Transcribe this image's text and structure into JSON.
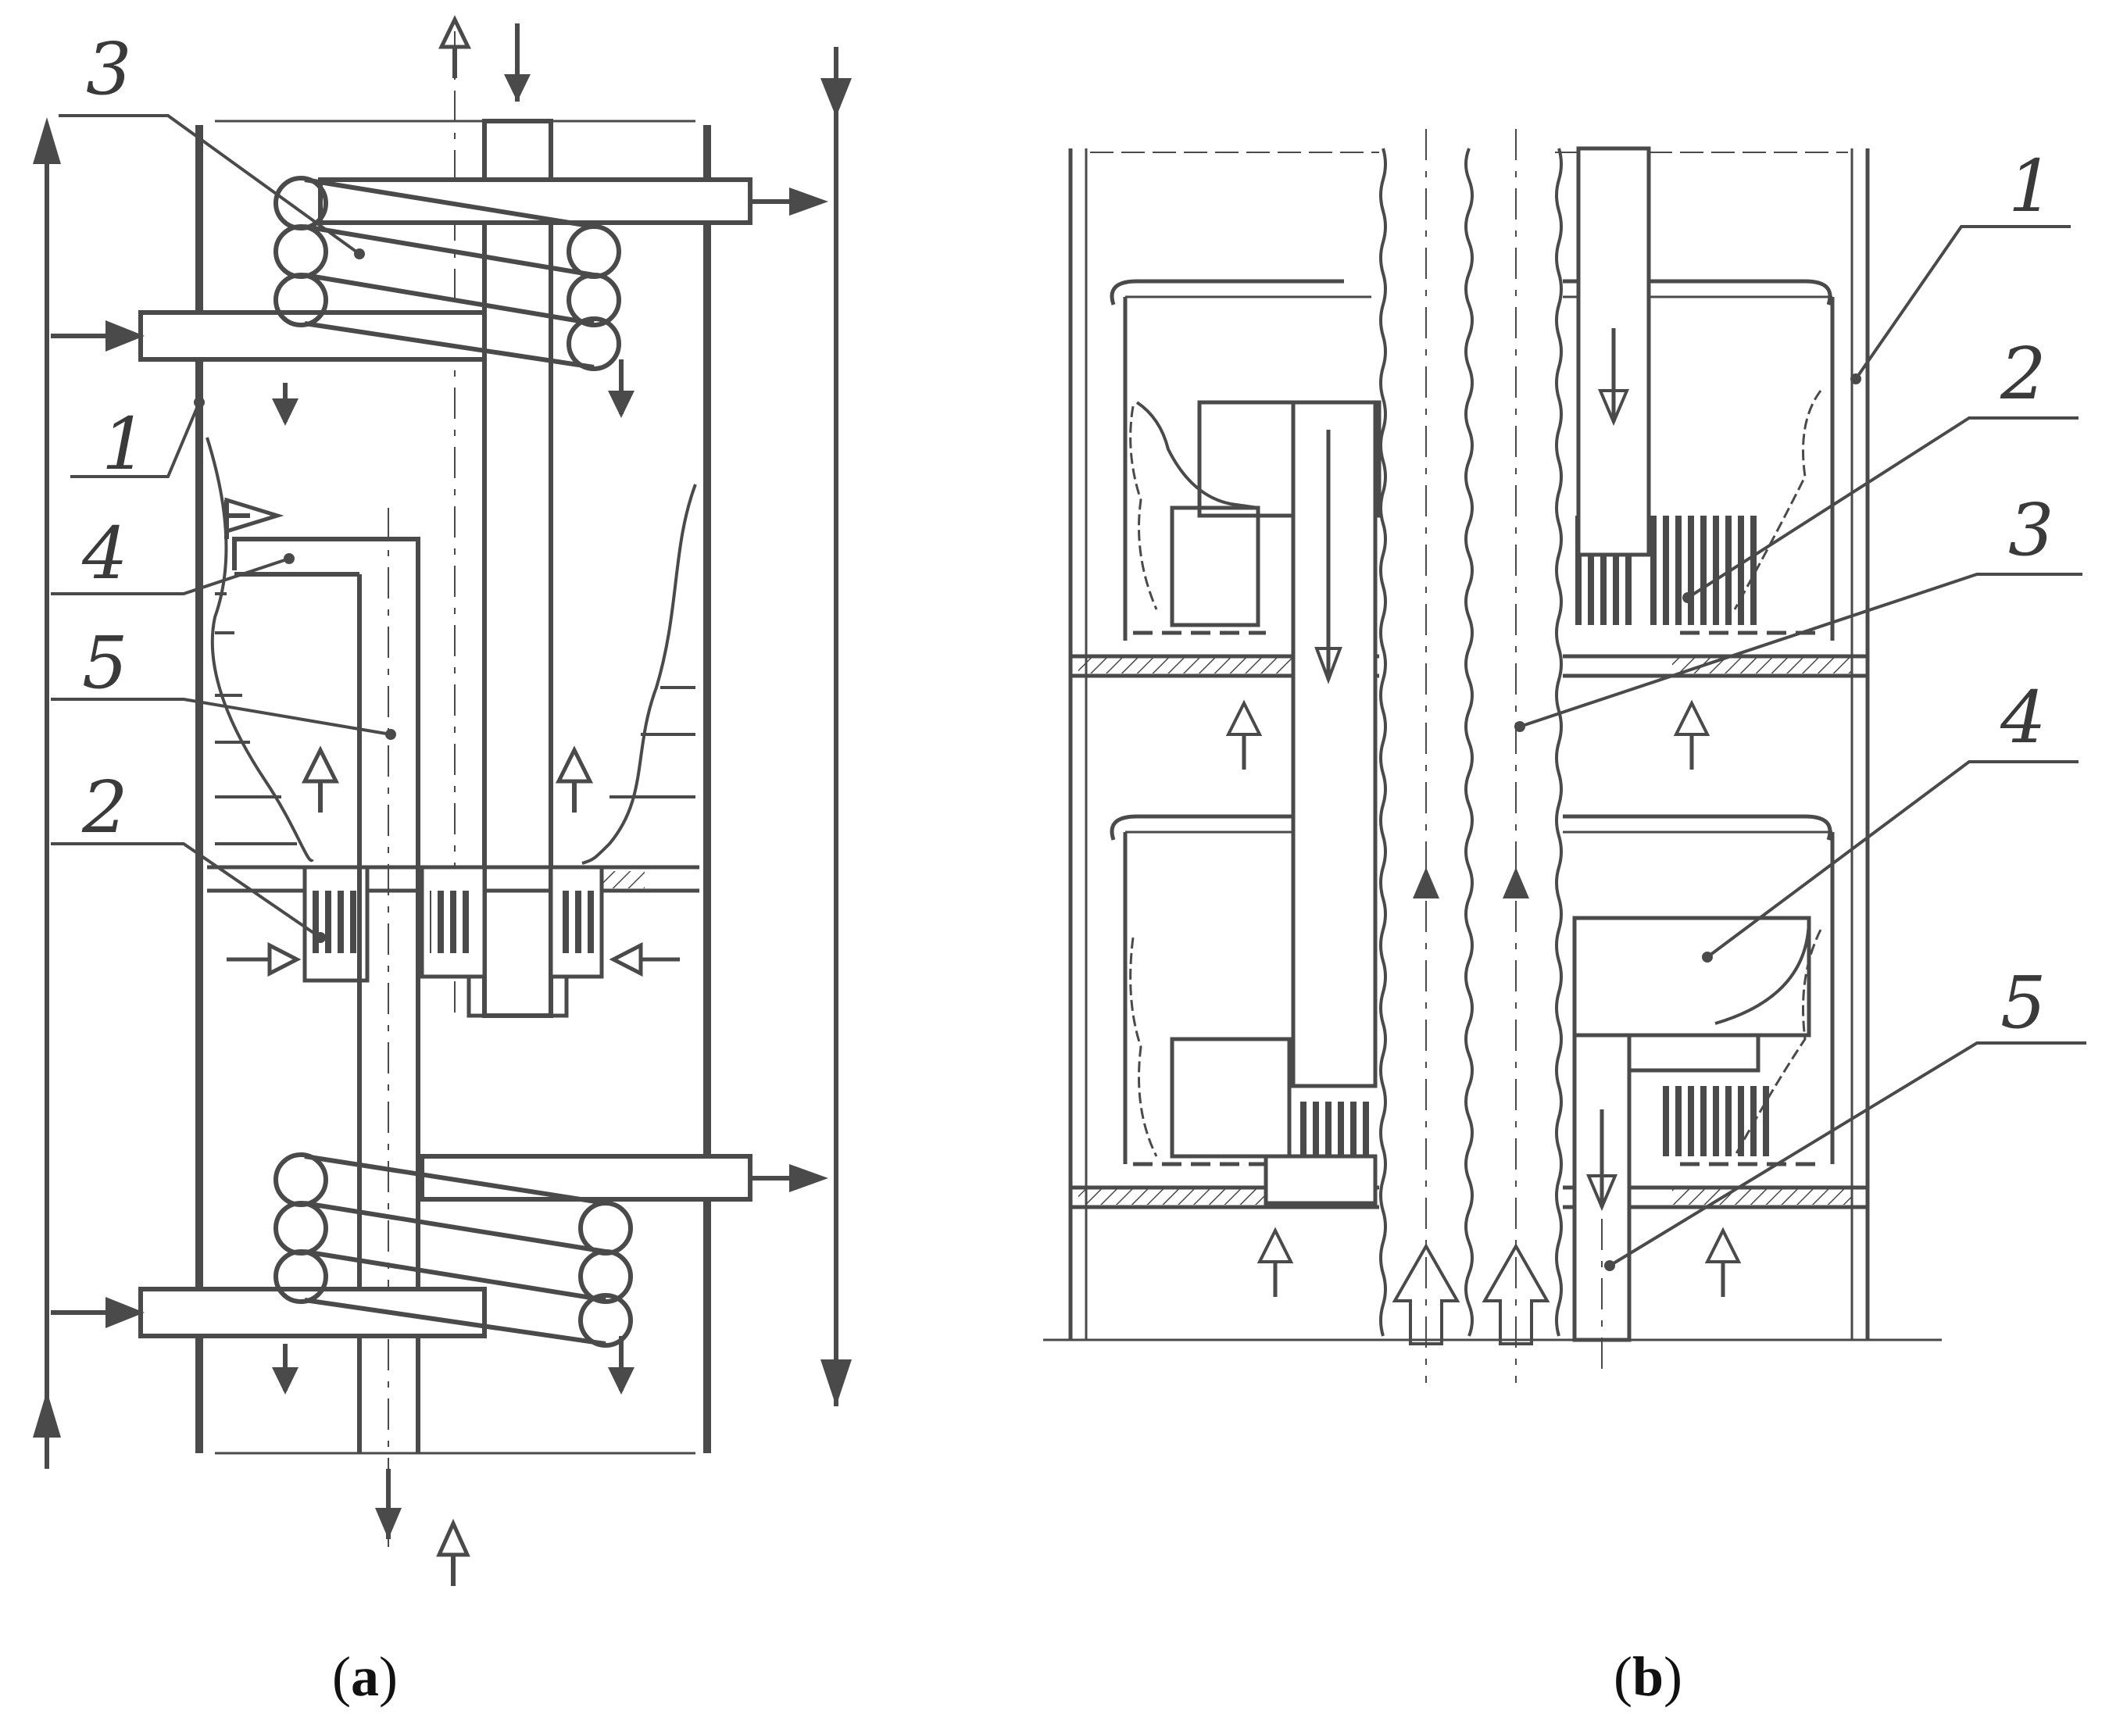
{
  "figure": {
    "panels": [
      {
        "id": "a",
        "caption_letter": "a",
        "callouts": [
          "3",
          "1",
          "4",
          "5",
          "2"
        ]
      },
      {
        "id": "b",
        "caption_letter": "b",
        "callouts": [
          "1",
          "2",
          "3",
          "4",
          "5"
        ]
      }
    ]
  },
  "colors": {
    "line": "#4a4a4a",
    "fill_dark": "#4a4a4a",
    "background": "#ffffff"
  }
}
